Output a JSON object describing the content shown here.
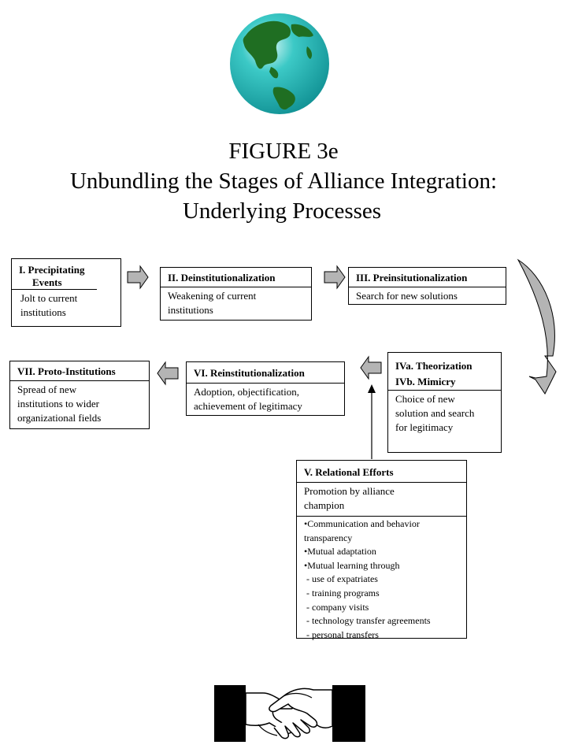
{
  "title": {
    "line1": "FIGURE 3e",
    "line2": "Unbundling the Stages of Alliance Integration:",
    "line3": "Underlying Processes"
  },
  "stages": {
    "s1": {
      "title_line1": "I.  Precipitating",
      "title_line2": "Events",
      "body": [
        "Jolt to current",
        "institutions"
      ]
    },
    "s2": {
      "title": "II. Deinstitutionalization",
      "body": [
        "Weakening of current",
        "institutions"
      ]
    },
    "s3": {
      "title": "III. Preinsitutionalization",
      "body": [
        "Search for new solutions"
      ]
    },
    "s4": {
      "title_line1": "IVa. Theorization",
      "title_line2": "IVb. Mimicry",
      "body": [
        "Choice of new",
        "solution and search",
        "for legitimacy"
      ]
    },
    "s5": {
      "title": "V. Relational Efforts",
      "body": [
        "Promotion by alliance",
        "champion"
      ],
      "items": [
        "•Communication and behavior",
        "transparency",
        "•Mutual adaptation",
        "•Mutual learning through",
        " - use of expatriates",
        " - training programs",
        " - company visits",
        " - technology transfer agreements",
        " - personal transfers"
      ]
    },
    "s6": {
      "title": "VI. Reinstitutionalization",
      "body": [
        "Adoption, objectification,",
        "achievement of legitimacy"
      ]
    },
    "s7": {
      "title": "VII. Proto-Institutions",
      "body": [
        "Spread of new",
        "institutions to wider",
        "organizational fields"
      ]
    }
  },
  "colors": {
    "arrow_fill": "#b4b4b4",
    "globe_ocean": "#1fb4b4",
    "globe_land": "#1f6e22"
  },
  "icons": {
    "globe": "globe-icon",
    "handshake": "handshake-icon"
  }
}
